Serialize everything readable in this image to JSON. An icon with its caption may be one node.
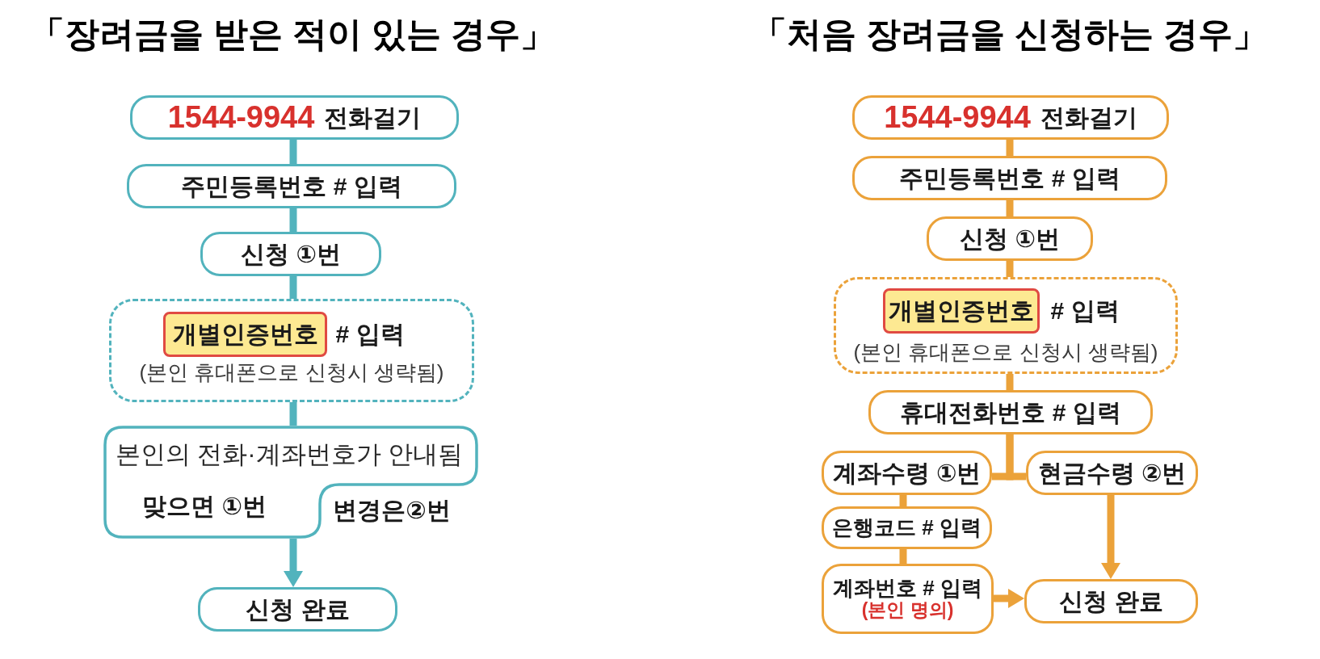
{
  "diagram": {
    "nodes": [
      {
        "text": [
          "1544-9944",
          "전화걸기"
        ]
      },
      {
        "text": [
          "주민등록번호 # 입력"
        ]
      },
      {
        "text": [
          "신청 ①번"
        ]
      },
      {
        "text": [
          "# 입력",
          "(본인 휴대폰으로 신청시 생략됨)"
        ]
      },
      {
        "text": [
          "개별인증번호"
        ],
        "in": 3
      },
      {
        "text": [
          "본인의 전화·계좌번호가 안내됨",
          "맞으면 ①번"
        ],
        "beside": [
          "변경은②번"
        ]
      },
      {
        "text": [
          "신청 완료"
        ]
      },
      {
        "text": [
          "1544-9944",
          "전화걸기"
        ]
      },
      {
        "text": [
          "주민등록번호 # 입력"
        ]
      },
      {
        "text": [
          "신청 ①번"
        ]
      },
      {
        "text": [
          "# 입력",
          "(본인 휴대폰으로 신청시 생략됨)"
        ]
      },
      {
        "text": [
          "개별인증번호"
        ],
        "in": 10
      },
      {
        "text": [
          "휴대전화번호 # 입력"
        ]
      },
      {
        "text": [
          "계좌수령 ①번"
        ]
      },
      {
        "text": [
          "현금수령 ②번"
        ]
      },
      {
        "text": [
          "은행코드 # 입력"
        ]
      },
      {
        "text": [
          "계좌번호 # 입력",
          "(본인 명의)"
        ]
      },
      {
        "text": [
          "신청 완료"
        ]
      }
    ],
    "edges": [
      {
        "from": 0,
        "to": 1,
        "arrow": "none",
        "color": "#52b3bd"
      },
      {
        "from": 1,
        "to": 2,
        "arrow": "none",
        "color": "#52b3bd"
      },
      {
        "from": 2,
        "to": 3,
        "arrow": "none",
        "color": "#52b3bd"
      },
      {
        "from": 3,
        "to": 5,
        "arrow": "none",
        "color": "#52b3bd"
      },
      {
        "from": 5,
        "to": 6,
        "arrow": "to",
        "color": "#52b3bd"
      },
      {
        "from": 7,
        "to": 8,
        "arrow": "none"
      },
      {
        "from": 8,
        "to": 9,
        "arrow": "none"
      },
      {
        "from": 9,
        "to": 10,
        "arrow": "none"
      },
      {
        "from": 10,
        "to": 12,
        "arrow": "none"
      },
      {
        "from": 12,
        "to": 13,
        "arrow": "none"
      },
      {
        "from": 12,
        "to": 14,
        "arrow": "none"
      },
      {
        "from": 13,
        "to": 15,
        "arrow": "none"
      },
      {
        "from": 15,
        "to": 16,
        "arrow": "none"
      },
      {
        "from": 16,
        "to": 17,
        "arrow": "to"
      },
      {
        "from": 14,
        "to": 17,
        "arrow": "to"
      }
    ],
    "labels": [
      "「장려금을 받은 적이 있는 경우」",
      "「처음 장려금을 신청하는 경우」"
    ]
  }
}
